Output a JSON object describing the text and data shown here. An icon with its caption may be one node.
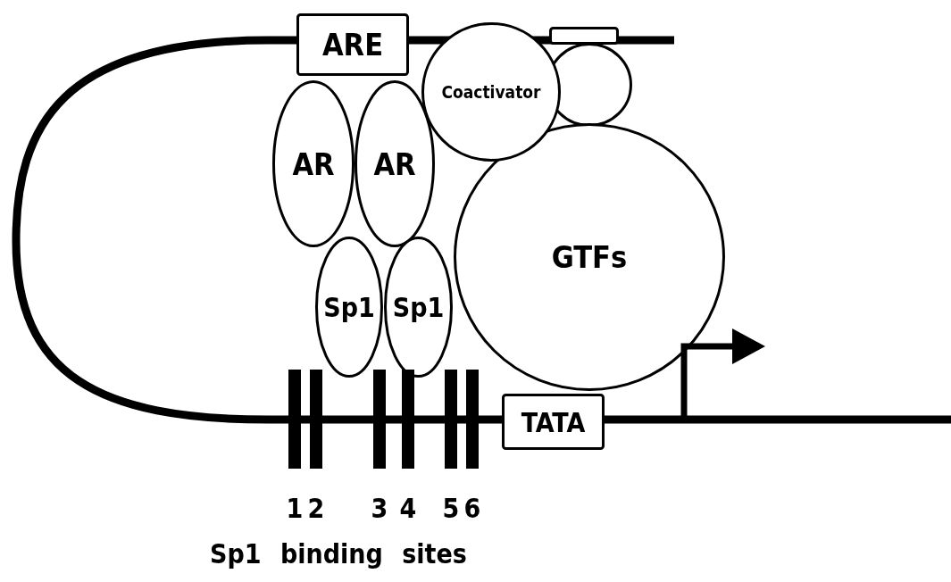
{
  "diagram": {
    "nodes": [
      {
        "text": [
          "ARE"
        ]
      },
      {
        "text": [],
        "shape": "box"
      },
      {
        "text": [
          "Coactivator"
        ]
      },
      {
        "text": [],
        "shape": "circle"
      },
      {
        "text": [
          "AR"
        ]
      },
      {
        "text": [
          "AR"
        ]
      },
      {
        "text": [
          "GTFs"
        ]
      },
      {
        "text": [
          "Sp1"
        ]
      },
      {
        "text": [
          "Sp1"
        ]
      },
      {
        "text": [
          "TATA"
        ]
      }
    ],
    "edges": [],
    "labels": [
      "1",
      "2",
      "3",
      "4",
      "5",
      "6",
      "Sp1 binding sites"
    ]
  }
}
